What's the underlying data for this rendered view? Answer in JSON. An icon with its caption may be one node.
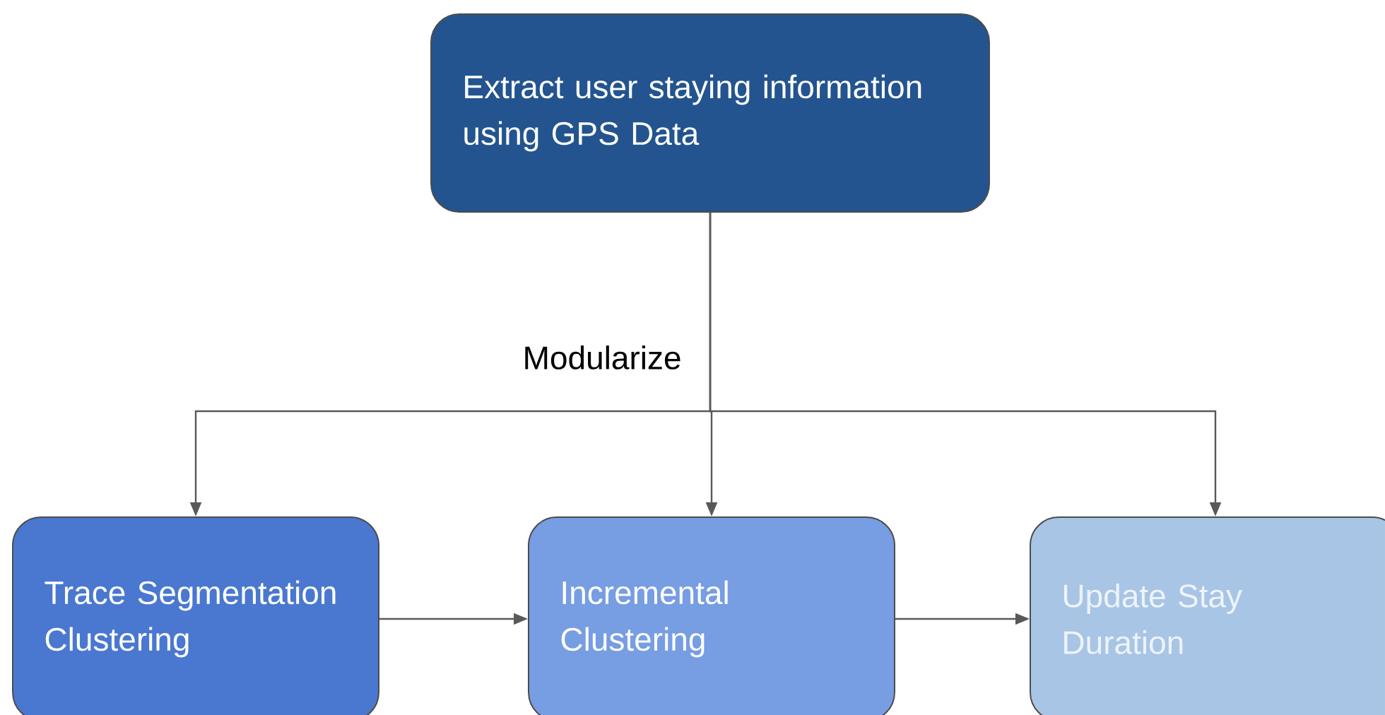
{
  "diagram": {
    "nodes": [
      {
        "text": [
          "Extract user staying information using GPS Data"
        ]
      },
      {
        "text": [
          "Trace Segmentation Clustering"
        ]
      },
      {
        "text": [
          "Incremental Clustering"
        ]
      },
      {
        "text": [
          "Update Stay Duration"
        ]
      }
    ],
    "edges": [
      {
        "from": 0,
        "to": 1,
        "arrow": "to"
      },
      {
        "from": 0,
        "to": 2,
        "arrow": "to",
        "label": "Modularize"
      },
      {
        "from": 0,
        "to": 3,
        "arrow": "to"
      },
      {
        "from": 1,
        "to": 2,
        "arrow": "to"
      },
      {
        "from": 2,
        "to": 3,
        "arrow": "to"
      }
    ]
  }
}
